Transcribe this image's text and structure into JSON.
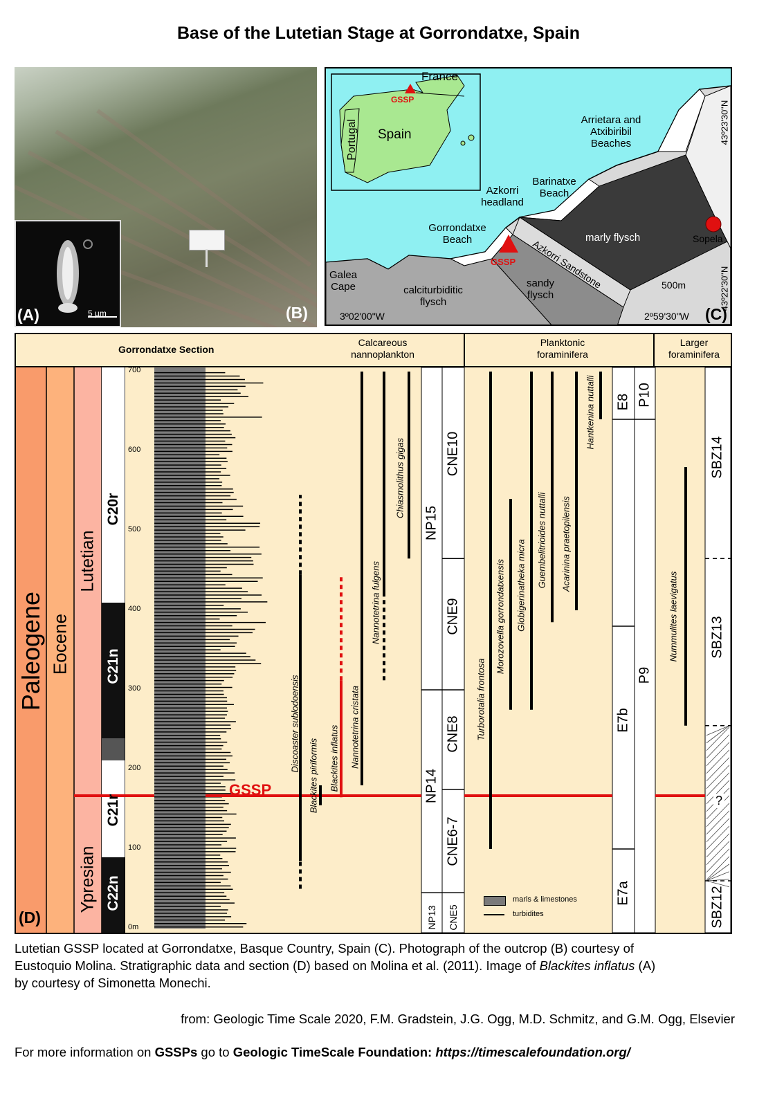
{
  "title": "Base of the Lutetian Stage at Gorrondatxe, Spain",
  "photo": {
    "label_a": "(A)",
    "label_b": "(B)",
    "scale_bar": "5 µm"
  },
  "map": {
    "label_c": "(C)",
    "inset_labels": {
      "france": "France",
      "spain": "Spain",
      "portugal": "Portugal",
      "gssp": "GSSP"
    },
    "labels": {
      "arrietara": "Arrietara and",
      "arrietara2": "Atxibiribil",
      "arrietara3": "Beaches",
      "barinatxe": "Barinatxe",
      "barinatxe2": "Beach",
      "azkorri_headland": "Azkorri",
      "azkorri_headland2": "headland",
      "gorrondatxe": "Gorrondatxe",
      "gorrondatxe2": "Beach",
      "galea": "Galea",
      "galea2": "Cape",
      "marly": "marly flysch",
      "sandy": "sandy",
      "sandy2": "flysch",
      "calci": "calciturbiditic",
      "calci2": "flysch",
      "azkorri_sandstone": "Azkorri Sandstone",
      "gssp": "GSSP",
      "sopela": "Sopela",
      "scale": "500m",
      "lon_west": "3º02'00\"W",
      "lon_east": "2º59'30\"W",
      "lat_north": "43º23'30\"N",
      "lat_south": "43º22'30\"N"
    }
  },
  "column": {
    "label_d": "(D)",
    "headers": {
      "section": "Gorrondatxe Section",
      "nanno": "Calcareous",
      "nanno2": "nannoplankton",
      "plank": "Planktonic",
      "plank2": "foraminifera",
      "larger": "Larger",
      "larger2": "foraminifera"
    },
    "period": "Paleogene",
    "epoch": "Eocene",
    "stages": {
      "lutetian": "Lutetian",
      "ypresian": "Ypresian"
    },
    "chrons": {
      "c20r": "C20r",
      "c21n": "C21n",
      "c21r": "C21r",
      "c22n": "C22n"
    },
    "scale_ticks": [
      "0m",
      "100",
      "200",
      "300",
      "400",
      "500",
      "600",
      "700"
    ],
    "gssp": "GSSP",
    "nanno_species": [
      "Discoaster sublodoensis",
      "Blackites piriformis",
      "Blackites inflatus",
      "Nannotetrina cristata",
      "Nannotetrina fulgens",
      "Chiasmolithus gigas"
    ],
    "np_zones": [
      "NP15",
      "NP14",
      "NP13"
    ],
    "cne_zones": [
      "CNE10",
      "CNE9",
      "CNE8",
      "CNE6-7",
      "CNE5"
    ],
    "plank_species": [
      "Turborotalia frontosa",
      "Morozovella gorrondatxensis",
      "Globigerinatheka micra",
      "Guembelitrioides nuttalli",
      "Acarinina praetopilensis",
      "Hantkenina nuttalli"
    ],
    "e_zones": [
      "E8",
      "E7b",
      "E7a"
    ],
    "p_zones": [
      "P10",
      "P9"
    ],
    "larger_species": [
      "Nummulites laevigatus"
    ],
    "sbz_zones": [
      "SBZ14",
      "SBZ13",
      "?",
      "SBZ12"
    ],
    "legend": {
      "marls": "marls & limestones",
      "turbidites": "turbidites"
    }
  },
  "caption": {
    "line1": "Lutetian GSSP located at Gorrondatxe, Basque Country, Spain (C). Photograph of the outcrop (B) courtesy of",
    "line2": "Eustoquio Molina. Stratigraphic data and section (D) based on Molina et al. (2011). Image of",
    "line2_species": "Blackites inflatus",
    "line2_end": "(A)",
    "line3": "by courtesy of Simonetta Monechi.",
    "source": "from: Geologic Time Scale 2020, F.M. Gradstein, J.G. Ogg, M.D. Schmitz, and G.M. Ogg, Elsevier",
    "more_prefix": "For more information on",
    "more_gssps": "GSSPs",
    "more_mid": "go to",
    "more_foundation": "Geologic TimeScale Foundation:",
    "more_url": "https://timescalefoundation.org/"
  }
}
